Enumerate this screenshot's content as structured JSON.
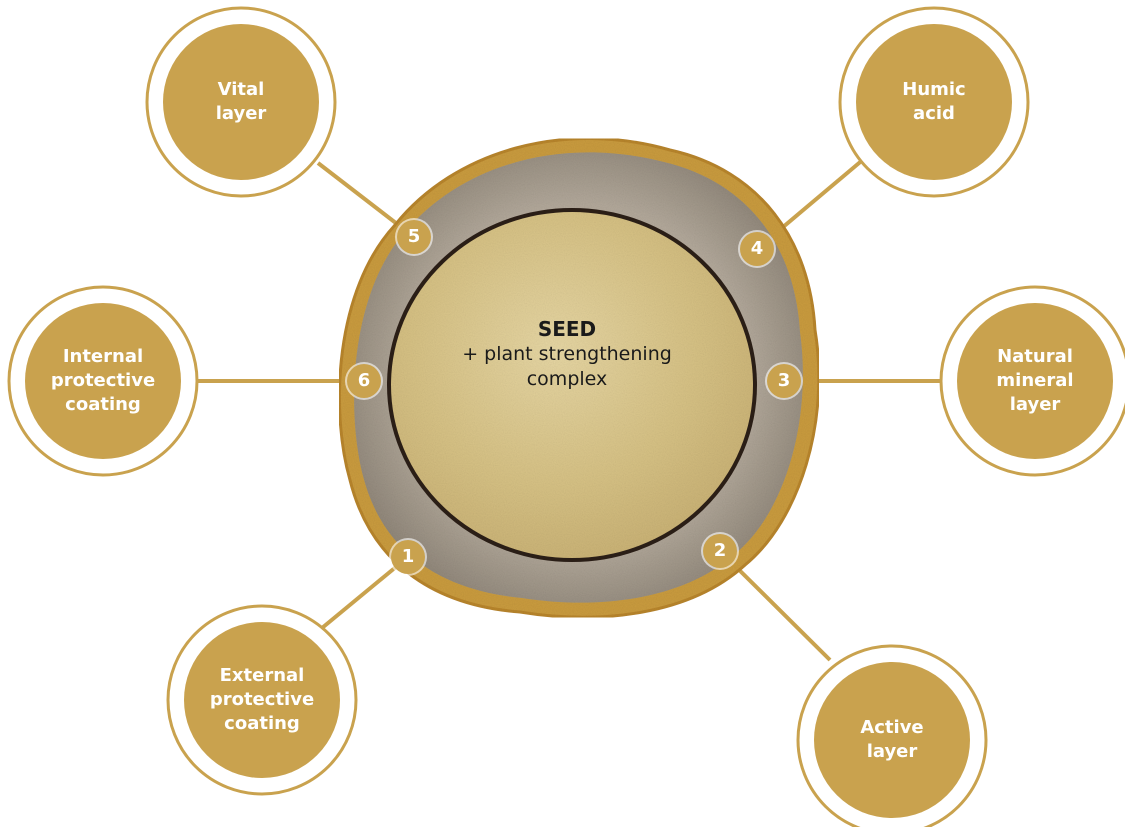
{
  "colors": {
    "accent": "#c9a24e",
    "connector": "#c9a24e",
    "ring": "#ffffff",
    "seed_core": "#d9c489",
    "seed_shell": "#a99e92",
    "seed_rim": "#c89a3c",
    "seed_boundary": "#2a1e16",
    "text_dark": "#1a1a1a",
    "text_light": "#ffffff"
  },
  "center": {
    "title": "SEED",
    "subtitle_line1": "+ plant strengthening",
    "subtitle_line2": "complex"
  },
  "layers": [
    {
      "number": "1",
      "label_lines": [
        "External",
        "protective",
        "coating"
      ]
    },
    {
      "number": "2",
      "label_lines": [
        "Active",
        "layer"
      ]
    },
    {
      "number": "3",
      "label_lines": [
        "Natural",
        "mineral",
        "layer"
      ]
    },
    {
      "number": "4",
      "label_lines": [
        "Humic",
        "acid"
      ]
    },
    {
      "number": "5",
      "label_lines": [
        "Vital",
        "layer"
      ]
    },
    {
      "number": "6",
      "label_lines": [
        "Internal",
        "protective",
        "coating"
      ]
    }
  ]
}
